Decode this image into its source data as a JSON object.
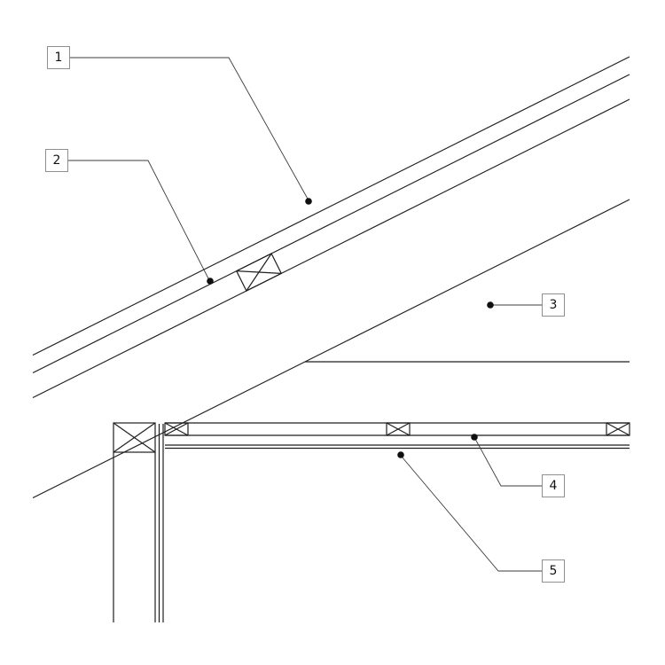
{
  "drawing": {
    "kind": "architectural roof-eave / wall-ceiling junction detail (line drawing)",
    "background_color": "#ffffff",
    "line_color": "#1f1f1f",
    "leader_color": "#3d3d3d",
    "callout_box_border_color": "#8f8f8f",
    "callout_text_color": "#111111"
  },
  "callouts": [
    {
      "label": "1"
    },
    {
      "label": "2"
    },
    {
      "label": "3"
    },
    {
      "label": "4"
    },
    {
      "label": "5"
    }
  ]
}
